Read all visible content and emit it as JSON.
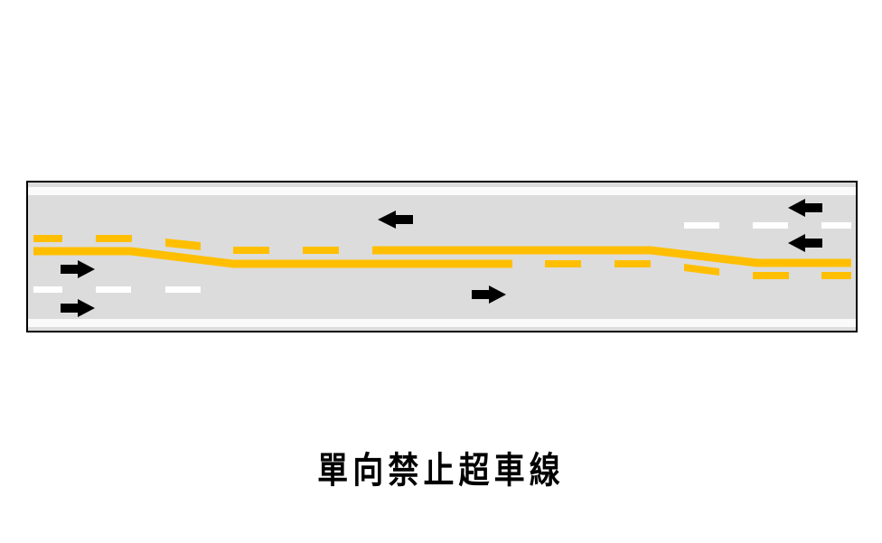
{
  "title": "單向禁止超車線",
  "colors": {
    "road": "#dcdcdc",
    "yellow": "#ffbf00",
    "white": "#ffffff",
    "arrow": "#000000",
    "border": "#000000"
  },
  "arrows": {
    "eastbound_count": 3,
    "westbound_count": 3
  }
}
